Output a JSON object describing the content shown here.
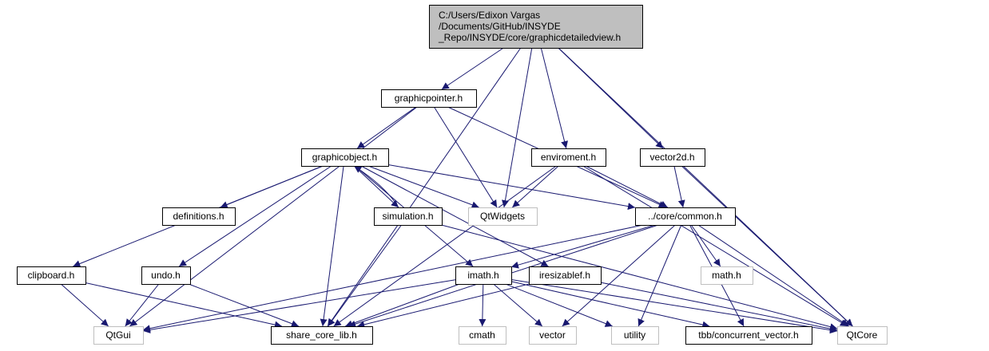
{
  "colors": {
    "edge": "#191970",
    "root_fill": "#bfbfbf",
    "node_fill": "#ffffff",
    "node_border": "#000000",
    "external_border": "#bfbfbf",
    "external_text": "#7f7f7f"
  },
  "nodes": [
    {
      "id": "root",
      "lines": [
        "C:/Users/Edixon Vargas",
        "/Documents/GitHub/INSYDE",
        "_Repo/INSYDE/core/graphicdetailedview.h"
      ],
      "kind": "root"
    },
    {
      "id": "graphicpointer",
      "lines": [
        "graphicpointer.h"
      ],
      "kind": "file"
    },
    {
      "id": "graphicobject",
      "lines": [
        "graphicobject.h"
      ],
      "kind": "file"
    },
    {
      "id": "enviroment",
      "lines": [
        "enviroment.h"
      ],
      "kind": "file"
    },
    {
      "id": "vector2d",
      "lines": [
        "vector2d.h"
      ],
      "kind": "file"
    },
    {
      "id": "definitions",
      "lines": [
        "definitions.h"
      ],
      "kind": "file"
    },
    {
      "id": "simulation",
      "lines": [
        "simulation.h"
      ],
      "kind": "file"
    },
    {
      "id": "qtwidgets",
      "lines": [
        "QtWidgets"
      ],
      "kind": "external"
    },
    {
      "id": "common",
      "lines": [
        "../core/common.h"
      ],
      "kind": "file"
    },
    {
      "id": "clipboard",
      "lines": [
        "clipboard.h"
      ],
      "kind": "file"
    },
    {
      "id": "undo",
      "lines": [
        "undo.h"
      ],
      "kind": "file"
    },
    {
      "id": "imath",
      "lines": [
        "imath.h"
      ],
      "kind": "file"
    },
    {
      "id": "iresizablef",
      "lines": [
        "iresizablef.h"
      ],
      "kind": "file"
    },
    {
      "id": "mathh",
      "lines": [
        "math.h"
      ],
      "kind": "external"
    },
    {
      "id": "qtgui",
      "lines": [
        "QtGui"
      ],
      "kind": "external"
    },
    {
      "id": "sharecore",
      "lines": [
        "share_core_lib.h"
      ],
      "kind": "file"
    },
    {
      "id": "cmath",
      "lines": [
        "cmath"
      ],
      "kind": "external"
    },
    {
      "id": "vector",
      "lines": [
        "vector"
      ],
      "kind": "external"
    },
    {
      "id": "utility",
      "lines": [
        "utility"
      ],
      "kind": "external"
    },
    {
      "id": "tbb",
      "lines": [
        "tbb/concurrent_vector.h"
      ],
      "kind": "file"
    },
    {
      "id": "qtcore",
      "lines": [
        "QtCore"
      ],
      "kind": "external"
    }
  ],
  "edges": [
    [
      "root",
      "graphicpointer"
    ],
    [
      "root",
      "qtwidgets"
    ],
    [
      "root",
      "enviroment"
    ],
    [
      "root",
      "vector2d"
    ],
    [
      "root",
      "qtcore"
    ],
    [
      "root",
      "sharecore"
    ],
    [
      "graphicpointer",
      "graphicobject"
    ],
    [
      "graphicpointer",
      "qtwidgets"
    ],
    [
      "graphicpointer",
      "common"
    ],
    [
      "graphicpointer",
      "qtgui"
    ],
    [
      "graphicobject",
      "definitions"
    ],
    [
      "graphicobject",
      "simulation"
    ],
    [
      "graphicobject",
      "qtwidgets"
    ],
    [
      "graphicobject",
      "common"
    ],
    [
      "graphicobject",
      "clipboard"
    ],
    [
      "graphicobject",
      "undo"
    ],
    [
      "graphicobject",
      "imath"
    ],
    [
      "graphicobject",
      "iresizablef"
    ],
    [
      "graphicobject",
      "sharecore"
    ],
    [
      "simulation",
      "graphicobject"
    ],
    [
      "simulation",
      "sharecore"
    ],
    [
      "simulation",
      "qtcore"
    ],
    [
      "enviroment",
      "qtwidgets"
    ],
    [
      "enviroment",
      "common"
    ],
    [
      "enviroment",
      "sharecore"
    ],
    [
      "enviroment",
      "qtcore"
    ],
    [
      "vector2d",
      "common"
    ],
    [
      "vector2d",
      "qtcore"
    ],
    [
      "common",
      "sharecore"
    ],
    [
      "common",
      "qtgui"
    ],
    [
      "common",
      "imath"
    ],
    [
      "common",
      "mathh"
    ],
    [
      "common",
      "vector"
    ],
    [
      "common",
      "utility"
    ],
    [
      "common",
      "tbb"
    ],
    [
      "common",
      "qtcore"
    ],
    [
      "clipboard",
      "qtgui"
    ],
    [
      "clipboard",
      "sharecore"
    ],
    [
      "undo",
      "qtgui"
    ],
    [
      "undo",
      "sharecore"
    ],
    [
      "imath",
      "qtgui"
    ],
    [
      "imath",
      "sharecore"
    ],
    [
      "imath",
      "cmath"
    ],
    [
      "imath",
      "vector"
    ],
    [
      "imath",
      "utility"
    ],
    [
      "imath",
      "tbb"
    ],
    [
      "imath",
      "qtcore"
    ],
    [
      "iresizablef",
      "sharecore"
    ],
    [
      "iresizablef",
      "qtcore"
    ]
  ]
}
